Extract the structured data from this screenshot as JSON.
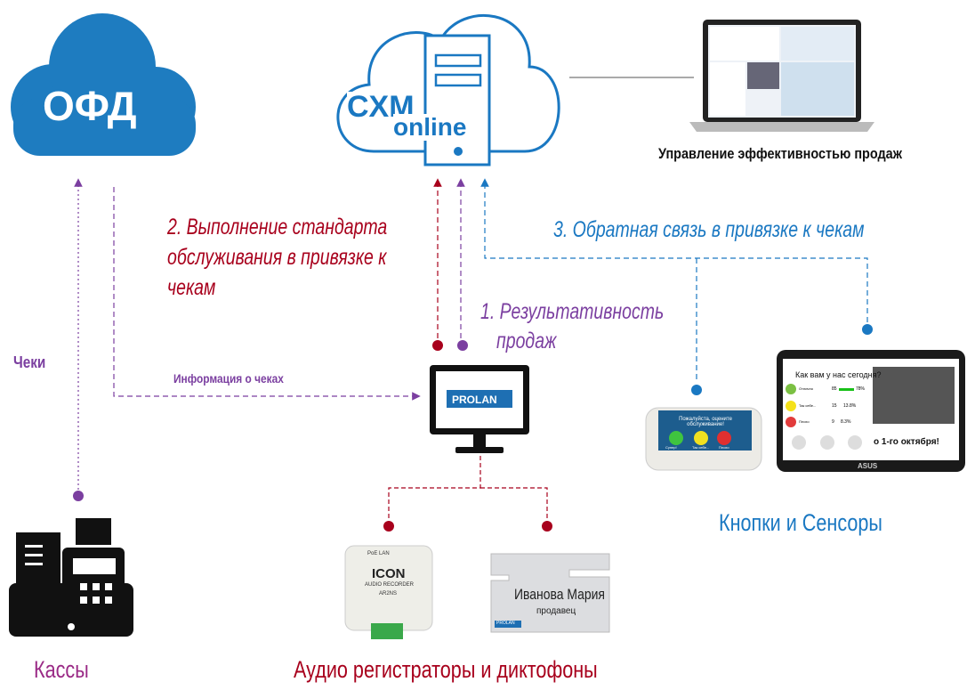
{
  "ofd_cloud": {
    "label": "ОФД"
  },
  "cxm_cloud": {
    "label_1": "CXM",
    "label_2": "online"
  },
  "laptop": {
    "caption": "Управление эффективностью продаж"
  },
  "flows": {
    "standard": "2. Выполнение стандарта обслуживания в  привязке к чекам",
    "standard_lines": [
      "2. Выполнение стандарта",
      "обслуживания в  привязке к",
      "чекам"
    ],
    "sales": [
      "1. Результативность",
      "продаж"
    ],
    "feedback": "3. Обратная связь в привязке к чекам",
    "receipts": "Чеки",
    "receipt_info": "Информация о чеках"
  },
  "monitor": {
    "brand": "PROLAN"
  },
  "registers": {
    "caption": "Кассы"
  },
  "audio": {
    "caption": "Аудио регистраторы и диктофоны",
    "recorder": {
      "brand": "ICON",
      "model": "AUDIO RECORDER",
      "code": "AR2NS",
      "port": "PoE LAN"
    },
    "badge": {
      "name": "Иванова Мария",
      "role": "продавец",
      "brand": "PROLAN"
    }
  },
  "sensors": {
    "caption": "Кнопки и Сенсоры",
    "tablet": {
      "question": "Как вам у нас сегодня?",
      "rows": [
        {
          "label": "Отлично",
          "count": "85",
          "pct": "78%"
        },
        {
          "label": "Так себе...",
          "count": "15",
          "pct": "13.8%"
        },
        {
          "label": "Плохо",
          "count": "9",
          "pct": "8.3%"
        }
      ],
      "promo": "о 1-го октября!",
      "brand": "ASUS"
    },
    "button_box": {
      "title": "Пожалуйста, оцените обслуживание!",
      "options": [
        "Супер!",
        "Так себе...",
        "Плохо"
      ]
    }
  },
  "colors": {
    "red": "#a8001c",
    "purple": "#7b3fa0",
    "blue": "#1a78c2"
  }
}
